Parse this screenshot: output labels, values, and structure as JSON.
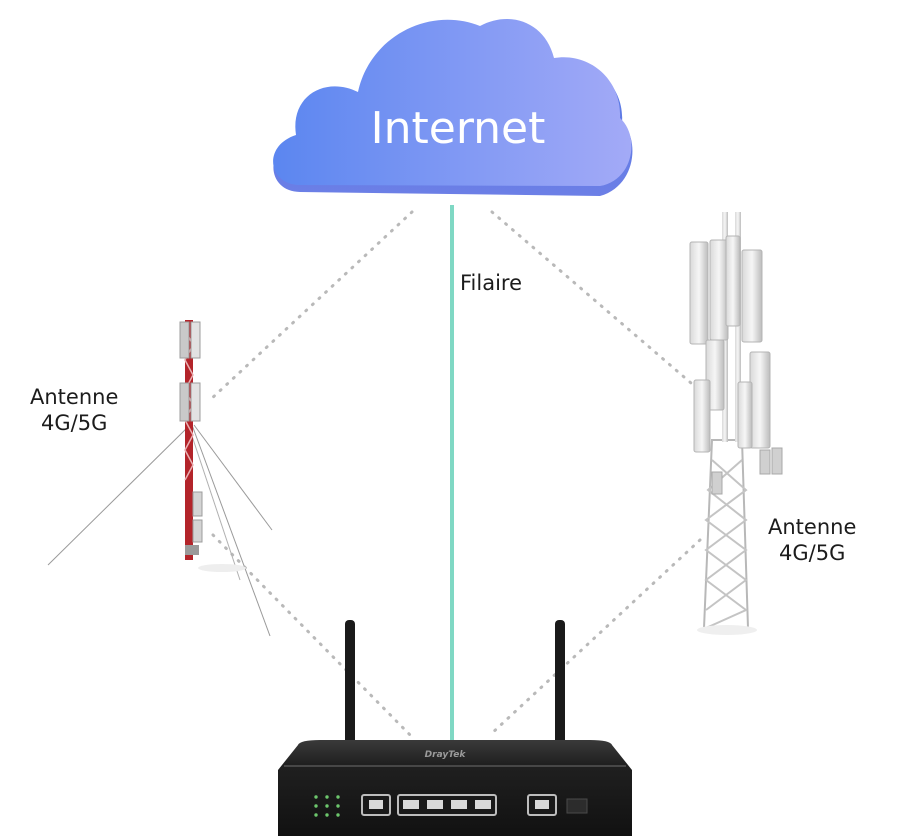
{
  "cloud": {
    "label": "Internet"
  },
  "connections": {
    "wired_label": "Filaire"
  },
  "antenna_left": {
    "line1": "Antenne",
    "line2": "4G/5G"
  },
  "antenna_right": {
    "line1": "Antenne",
    "line2": "4G/5G"
  },
  "router": {
    "brand": "DrayTek"
  },
  "colors": {
    "cloud_gradient_start": "#5b86f0",
    "cloud_gradient_end": "#9aa8f6",
    "wired_line": "#7fd8c4",
    "dotted_line": "#b9b9b9",
    "router_body": "#1c1c1c"
  }
}
